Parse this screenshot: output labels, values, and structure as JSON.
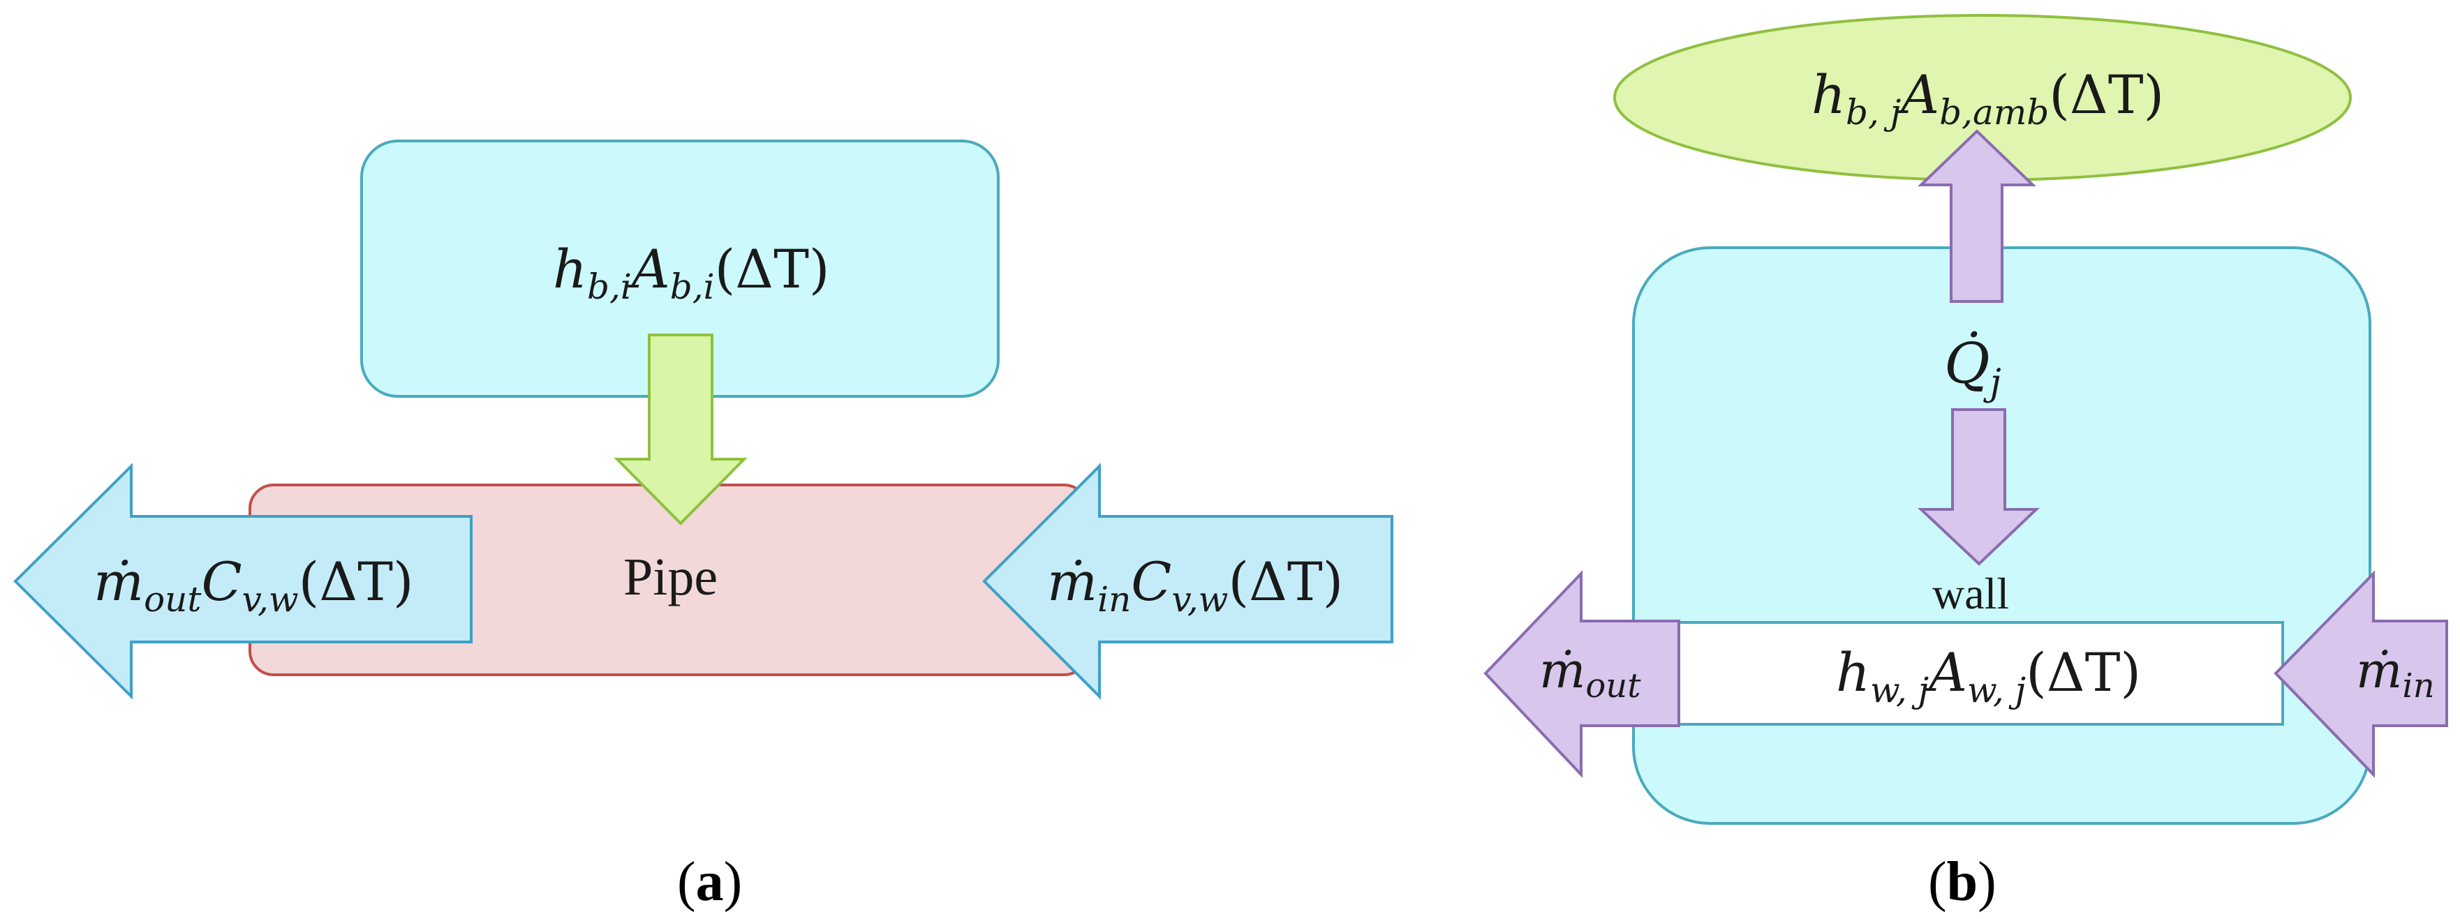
{
  "colors": {
    "cyan_fill": "#ccf9fc",
    "cyan_stroke": "#4aaabd",
    "pink_fill": "#f2d8d8",
    "pink_stroke": "#c0504d",
    "light_blue_fill": "#c4ecf8",
    "light_blue_stroke": "#3fa0c8",
    "lime_fill": "#d8f5a8",
    "lime_stroke": "#8fc040",
    "purple_fill": "#d8c6ec",
    "purple_stroke": "#8a6cb0",
    "ellipse_fill": "#dff5b0",
    "ellipse_stroke": "#8fc040"
  },
  "panel_a": {
    "caption_open": "(",
    "caption_letter": "a",
    "caption_close": ")",
    "top_box": {
      "h": "h",
      "h_sub": "b,i",
      "A": "A",
      "A_sub": "b,i",
      "delta": "(ΔT)"
    },
    "pipe_label": "Pipe",
    "left_arrow": {
      "m": "ṁ",
      "m_sub": "out",
      "C": "C",
      "C_sub": "v,w",
      "delta": "(ΔT)"
    },
    "right_arrow": {
      "m": "ṁ",
      "m_sub": "in",
      "C": "C",
      "C_sub": "v,w",
      "delta": "(ΔT)"
    }
  },
  "panel_b": {
    "caption_open": "(",
    "caption_letter": "b",
    "caption_close": ")",
    "ellipse": {
      "h": "h",
      "h_sub": "b, j",
      "A": "A",
      "A_sub": "b,amb",
      "delta": "(ΔT)"
    },
    "q_label": {
      "Q": "Q̇",
      "Q_sub": "j"
    },
    "wall_label": "wall",
    "wall_box": {
      "h": "h",
      "h_sub": "w, j",
      "A": "A",
      "A_sub": "w, j",
      "delta": "(ΔT)"
    },
    "left_arrow": {
      "m": "ṁ",
      "m_sub": "out"
    },
    "right_arrow": {
      "m": "ṁ",
      "m_sub": "in"
    }
  }
}
